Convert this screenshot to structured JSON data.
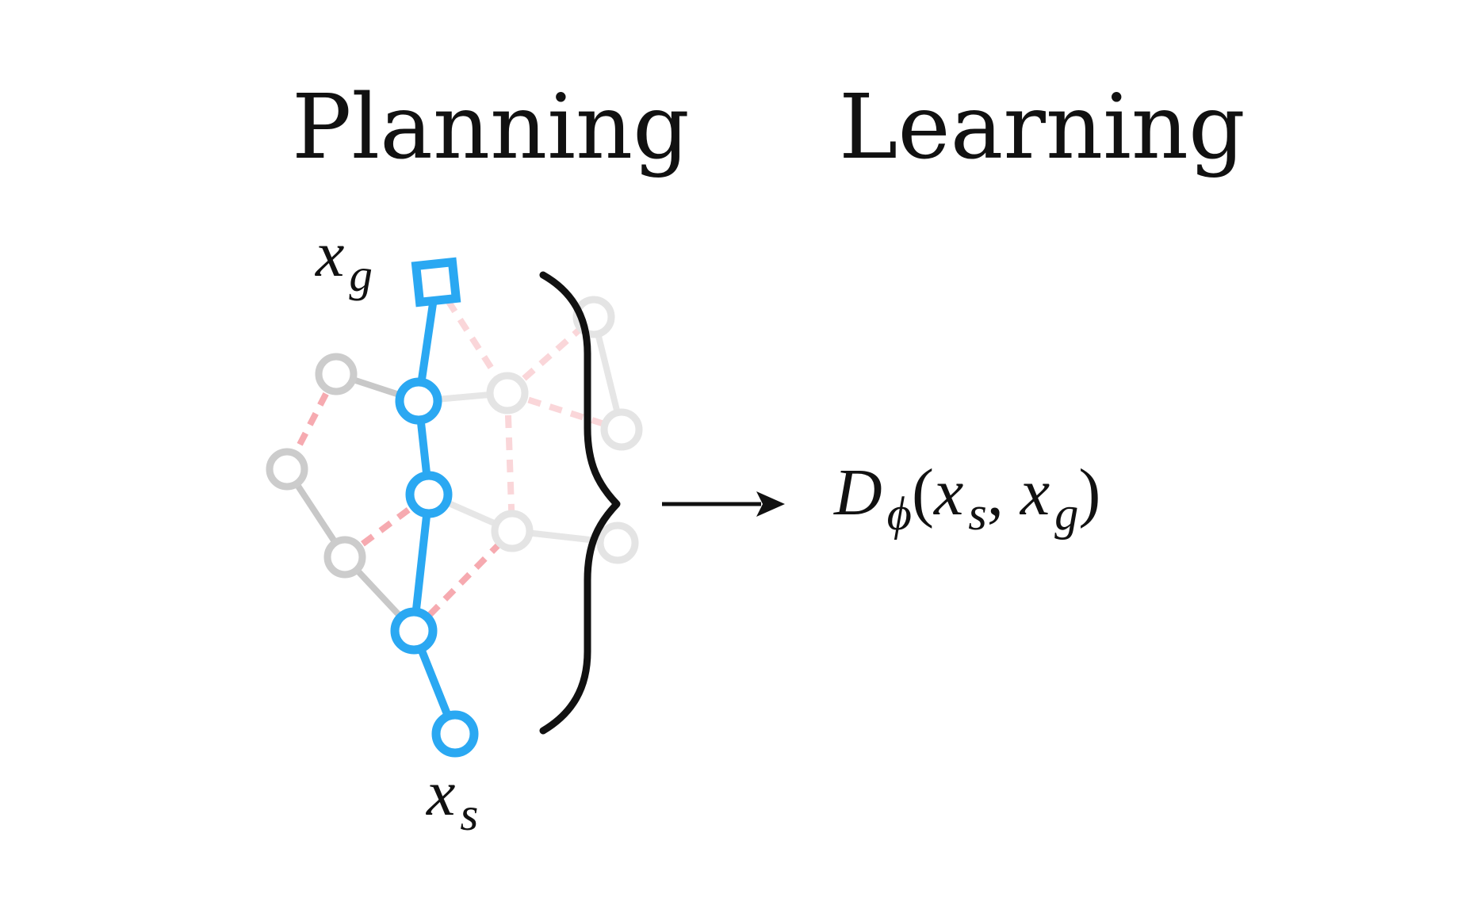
{
  "headings": {
    "planning": "Planning",
    "learning": "Learning"
  },
  "labels": {
    "goal": {
      "symbol": "x",
      "sub": "g"
    },
    "start": {
      "symbol": "x",
      "sub": "s"
    },
    "distance": {
      "fn": "D",
      "fn_sub": "ϕ",
      "open": "(",
      "arg1": "x",
      "arg1_sub": "s",
      "comma": ",",
      "arg2": "x",
      "arg2_sub": "g",
      "close": ")"
    }
  },
  "colors": {
    "path": "#2aa8f2",
    "node_gray": "#cccccc",
    "node_faded": "#e4e4e4",
    "edge_gray": "#c8c8c8",
    "edge_faded": "#e6e6e6",
    "edge_red": "#f6aab0",
    "edge_red_faded": "#fad6d9",
    "ink": "#111111"
  },
  "graph": {
    "nodes": [
      {
        "id": "goal",
        "role": "goal"
      },
      {
        "id": "p1",
        "role": "path"
      },
      {
        "id": "p2",
        "role": "path"
      },
      {
        "id": "p3",
        "role": "path"
      },
      {
        "id": "start",
        "role": "path"
      },
      {
        "id": "g1",
        "role": "gray"
      },
      {
        "id": "g2",
        "role": "gray"
      },
      {
        "id": "g3",
        "role": "gray"
      },
      {
        "id": "f1",
        "role": "faded"
      },
      {
        "id": "f2",
        "role": "faded"
      },
      {
        "id": "f3",
        "role": "faded"
      },
      {
        "id": "f4",
        "role": "faded"
      },
      {
        "id": "f5",
        "role": "faded"
      }
    ],
    "edges": [
      {
        "from": "g1",
        "to": "p1",
        "type": "gray"
      },
      {
        "from": "g2",
        "to": "g3",
        "type": "gray"
      },
      {
        "from": "g3",
        "to": "p3",
        "type": "gray"
      },
      {
        "from": "p1",
        "to": "f1",
        "type": "faded"
      },
      {
        "from": "p2",
        "to": "f2",
        "type": "faded"
      },
      {
        "from": "f2",
        "to": "f5",
        "type": "faded"
      },
      {
        "from": "f3",
        "to": "f4",
        "type": "faded"
      },
      {
        "from": "g1",
        "to": "g2",
        "type": "red"
      },
      {
        "from": "g3",
        "to": "p2",
        "type": "red"
      },
      {
        "from": "p3",
        "to": "f2",
        "type": "red"
      },
      {
        "from": "goal",
        "to": "f1",
        "type": "red_faded"
      },
      {
        "from": "f1",
        "to": "f3",
        "type": "red_faded"
      },
      {
        "from": "f1",
        "to": "f4",
        "type": "red_faded"
      },
      {
        "from": "f1",
        "to": "f2",
        "type": "red_faded"
      },
      {
        "from": "goal",
        "to": "p1",
        "type": "path"
      },
      {
        "from": "p1",
        "to": "p2",
        "type": "path"
      },
      {
        "from": "p2",
        "to": "p3",
        "type": "path"
      },
      {
        "from": "p3",
        "to": "start",
        "type": "path"
      }
    ]
  }
}
